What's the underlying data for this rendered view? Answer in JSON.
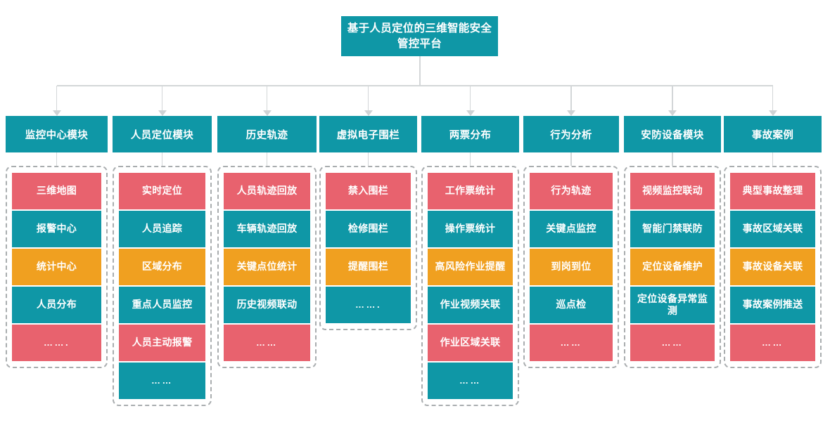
{
  "diagram": {
    "title": "基于人员定位的三维智能安全管控平台",
    "colors": {
      "teal": "#0f97a6",
      "red": "#e8626e",
      "orange": "#f0a020",
      "connector": "#d3d6d8",
      "group_border": "#a9adaf",
      "text": "#ffffff"
    },
    "root": {
      "label": "基于人员定位的三维智能安全管控平台"
    },
    "modules": [
      {
        "label": "监控中心模块",
        "items": [
          {
            "label": "三维地图",
            "color": "red"
          },
          {
            "label": "报警中心",
            "color": "teal"
          },
          {
            "label": "统计中心",
            "color": "orange"
          },
          {
            "label": "人员分布",
            "color": "teal"
          },
          {
            "label": "…….",
            "color": "red"
          }
        ]
      },
      {
        "label": "人员定位模块",
        "items": [
          {
            "label": "实时定位",
            "color": "red"
          },
          {
            "label": "人员追踪",
            "color": "teal"
          },
          {
            "label": "区域分布",
            "color": "orange"
          },
          {
            "label": "重点人员监控",
            "color": "teal"
          },
          {
            "label": "人员主动报警",
            "color": "red"
          },
          {
            "label": "……",
            "color": "teal"
          }
        ]
      },
      {
        "label": "历史轨迹",
        "items": [
          {
            "label": "人员轨迹回放",
            "color": "red"
          },
          {
            "label": "车辆轨迹回放",
            "color": "teal"
          },
          {
            "label": "关键点位统计",
            "color": "orange"
          },
          {
            "label": "历史视频联动",
            "color": "teal"
          },
          {
            "label": "……",
            "color": "red"
          }
        ]
      },
      {
        "label": "虚拟电子围栏",
        "items": [
          {
            "label": "禁入围栏",
            "color": "red"
          },
          {
            "label": "检修围栏",
            "color": "teal"
          },
          {
            "label": "提醒围栏",
            "color": "orange"
          },
          {
            "label": "…….",
            "color": "teal"
          }
        ]
      },
      {
        "label": "两票分布",
        "items": [
          {
            "label": "工作票统计",
            "color": "red"
          },
          {
            "label": "操作票统计",
            "color": "teal"
          },
          {
            "label": "高风险作业提醒",
            "color": "orange"
          },
          {
            "label": "作业视频关联",
            "color": "teal"
          },
          {
            "label": "作业区域关联",
            "color": "red"
          },
          {
            "label": "……",
            "color": "teal"
          }
        ]
      },
      {
        "label": "行为分析",
        "items": [
          {
            "label": "行为轨迹",
            "color": "red"
          },
          {
            "label": "关键点监控",
            "color": "teal"
          },
          {
            "label": "到岗到位",
            "color": "orange"
          },
          {
            "label": "巡点检",
            "color": "teal"
          },
          {
            "label": "……",
            "color": "red"
          }
        ]
      },
      {
        "label": "安防设备模块",
        "items": [
          {
            "label": "视频监控联动",
            "color": "red"
          },
          {
            "label": "智能门禁联防",
            "color": "teal"
          },
          {
            "label": "定位设备维护",
            "color": "orange"
          },
          {
            "label": "定位设备异常监测",
            "color": "teal"
          },
          {
            "label": "……",
            "color": "red"
          }
        ]
      },
      {
        "label": "事故案例",
        "items": [
          {
            "label": "典型事故整理",
            "color": "red"
          },
          {
            "label": "事故区域关联",
            "color": "teal"
          },
          {
            "label": "事故设备关联",
            "color": "orange"
          },
          {
            "label": "事故案例推送",
            "color": "teal"
          },
          {
            "label": "……",
            "color": "red"
          }
        ]
      }
    ]
  }
}
